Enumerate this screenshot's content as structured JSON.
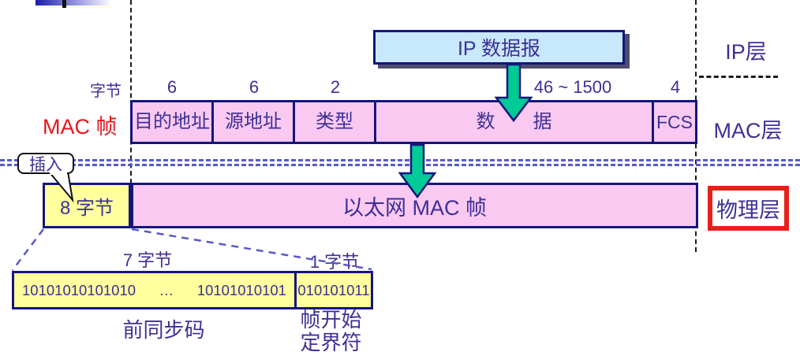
{
  "layers": {
    "ip": "IP层",
    "mac": "MAC层",
    "physical": "物理层"
  },
  "ip_datagram": {
    "label": "IP 数据报"
  },
  "bytes_unit": "字节",
  "mac_frame": {
    "label": "MAC 帧",
    "fields": [
      {
        "label": "目的地址",
        "bytes": "6"
      },
      {
        "label": "源地址",
        "bytes": "6"
      },
      {
        "label": "类型",
        "bytes": "2"
      },
      {
        "label": "数　　据",
        "bytes": "46 ~ 1500"
      },
      {
        "label": "FCS",
        "bytes": "4"
      }
    ]
  },
  "physical_row": {
    "insert_callout": "插入",
    "header_bytes": "8 字节",
    "frame_label": "以太网 MAC 帧"
  },
  "preamble_detail": {
    "left_width": "7 字节",
    "right_width": "1 字节",
    "bits_start": "10101010101010",
    "bits_ellipsis": "…",
    "bits_end": "10101010101",
    "sfd_bits": "010101011",
    "preamble_name": "前同步码",
    "sfd_name_line1": "帧开始",
    "sfd_name_line2": "定界符"
  },
  "colors": {
    "field_pink": "#f9c9f2",
    "ip_light_blue": "#c8e9fb",
    "preamble_yellow": "#ffff9e",
    "navy_border": "#15157d",
    "indigo_text": "#3c3096",
    "highlight_red": "#e8141c",
    "arrow_green": "#00ca96",
    "dash_blue": "#5959c9"
  }
}
